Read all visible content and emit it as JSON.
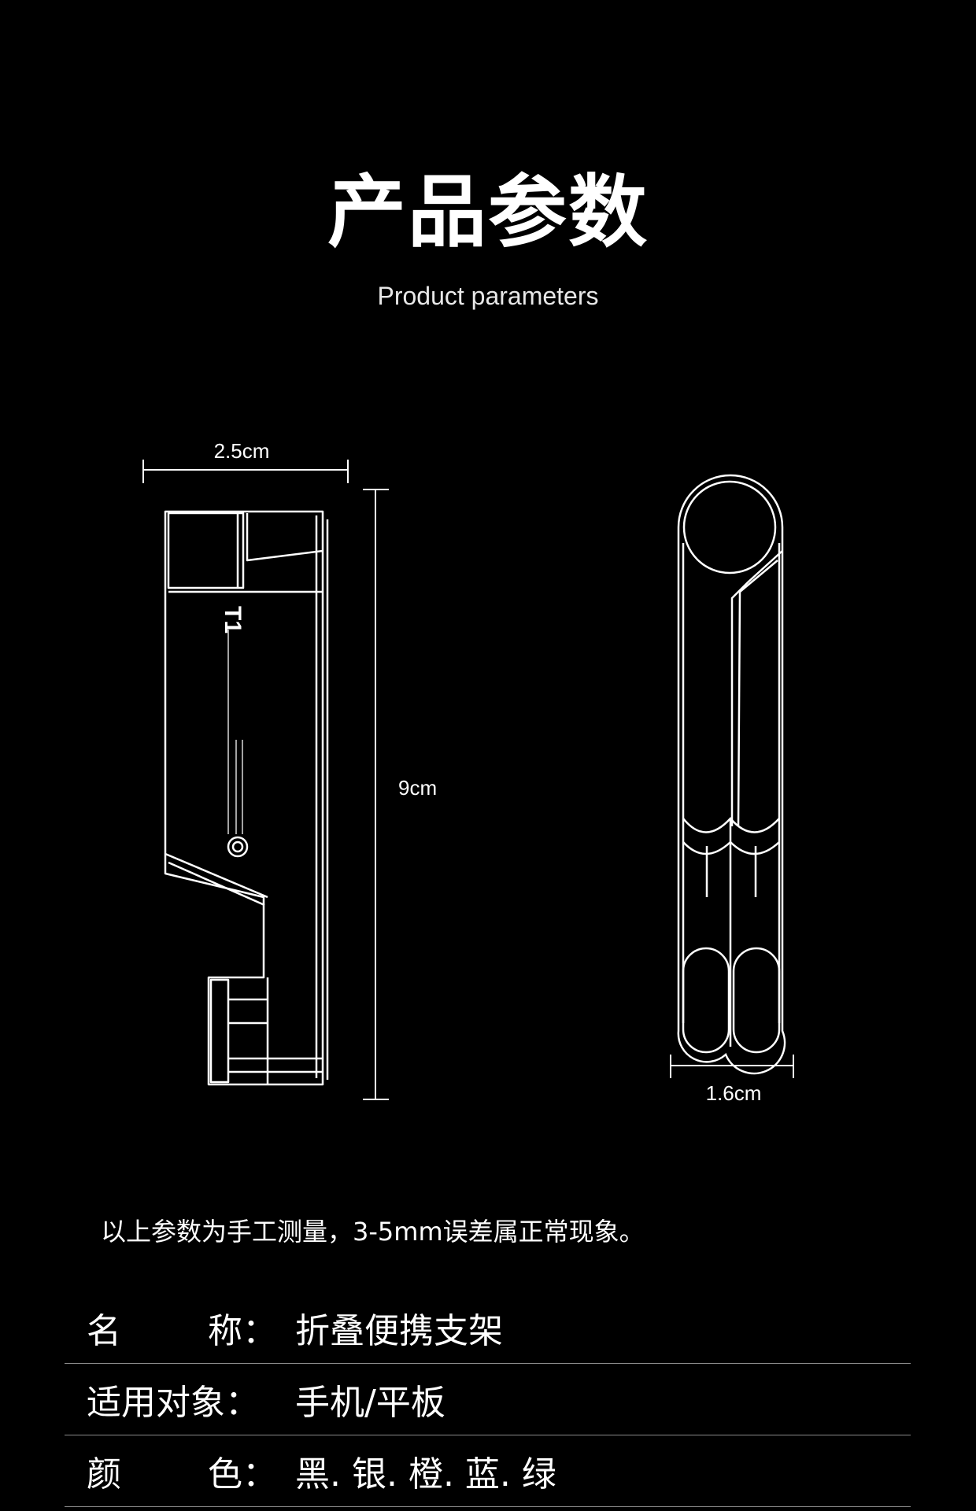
{
  "header": {
    "title": "产品参数",
    "subtitle": "Product parameters"
  },
  "diagram": {
    "width_label": "2.5cm",
    "height_label": "9cm",
    "depth_label": "1.6cm",
    "product_model": "T1",
    "stroke_color": "#ffffff"
  },
  "note": "以上参数为手工测量，3-5mm误差属正常现象。",
  "specs": [
    {
      "label_a": "名",
      "label_b": "称：",
      "value": "折叠便携支架"
    },
    {
      "label_full": "适用对象：",
      "value": "手机/平板"
    },
    {
      "label_a": "颜",
      "label_b": "色：",
      "value": "黑. 银. 橙. 蓝. 绿"
    }
  ]
}
